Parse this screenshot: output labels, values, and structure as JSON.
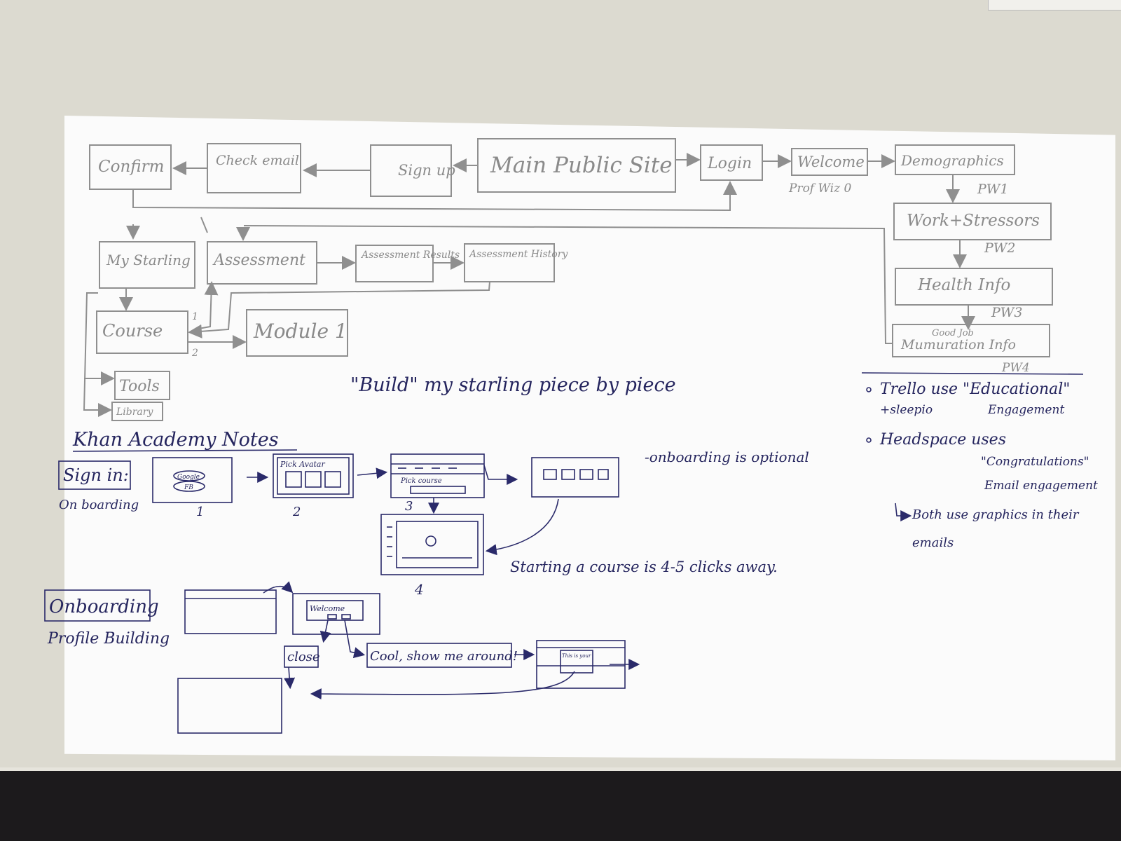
{
  "flow_top": {
    "confirm": "Confirm",
    "check_email": "Check email",
    "sign_up": "Sign up",
    "main_public_site": "Main Public Site",
    "login": "Login",
    "welcome": "Welcome",
    "prof_wiz": "Prof Wiz 0",
    "demographics": "Demographics",
    "pw1": "PW1",
    "work_stressors": "Work+Stressors",
    "pw2": "PW2",
    "health_info": "Health Info",
    "pw3": "PW3",
    "remuneration_info": "Mumuration Info",
    "remuneration_note": "Good Job",
    "pw4": "PW4"
  },
  "flow_mid": {
    "my_starling": "My Starling",
    "assessment": "Assessment",
    "assessment_results": "Assessment Results",
    "assessment_history": "Assessment History",
    "course": "Course",
    "module1": "Module 1",
    "tools": "Tools",
    "library": "Library",
    "label_1": "1",
    "label_2": "2"
  },
  "build_note": "\"Build\" my starling piece by piece",
  "khan": {
    "title": "Khan Academy Notes",
    "sign_in": "Sign in:",
    "onboarding": "On boarding",
    "google": "Google",
    "fb": "FB",
    "pick_avatar": "Pick Avatar",
    "pick_course": "Pick course",
    "step1": "1",
    "step2": "2",
    "step3": "3",
    "step4": "4",
    "optional_note": "-onboarding is optional",
    "clicks_note": "Starting a course is 4-5 clicks away."
  },
  "onboarding_flow": {
    "title": "Onboarding",
    "subtitle": "Profile Building",
    "welcome": "Welcome",
    "close": "close",
    "cool": "Cool, show me around!",
    "tooltip": "This is your"
  },
  "side_notes": {
    "trello": "Trello use \"Educational\"",
    "sleepio": "+sleepio",
    "engagement": "Engagement",
    "headspace": "Headspace uses",
    "congratulations": "\"Congratulations\"",
    "email_engagement": "Email engagement",
    "both": "Both use graphics in their",
    "emails": "emails"
  }
}
